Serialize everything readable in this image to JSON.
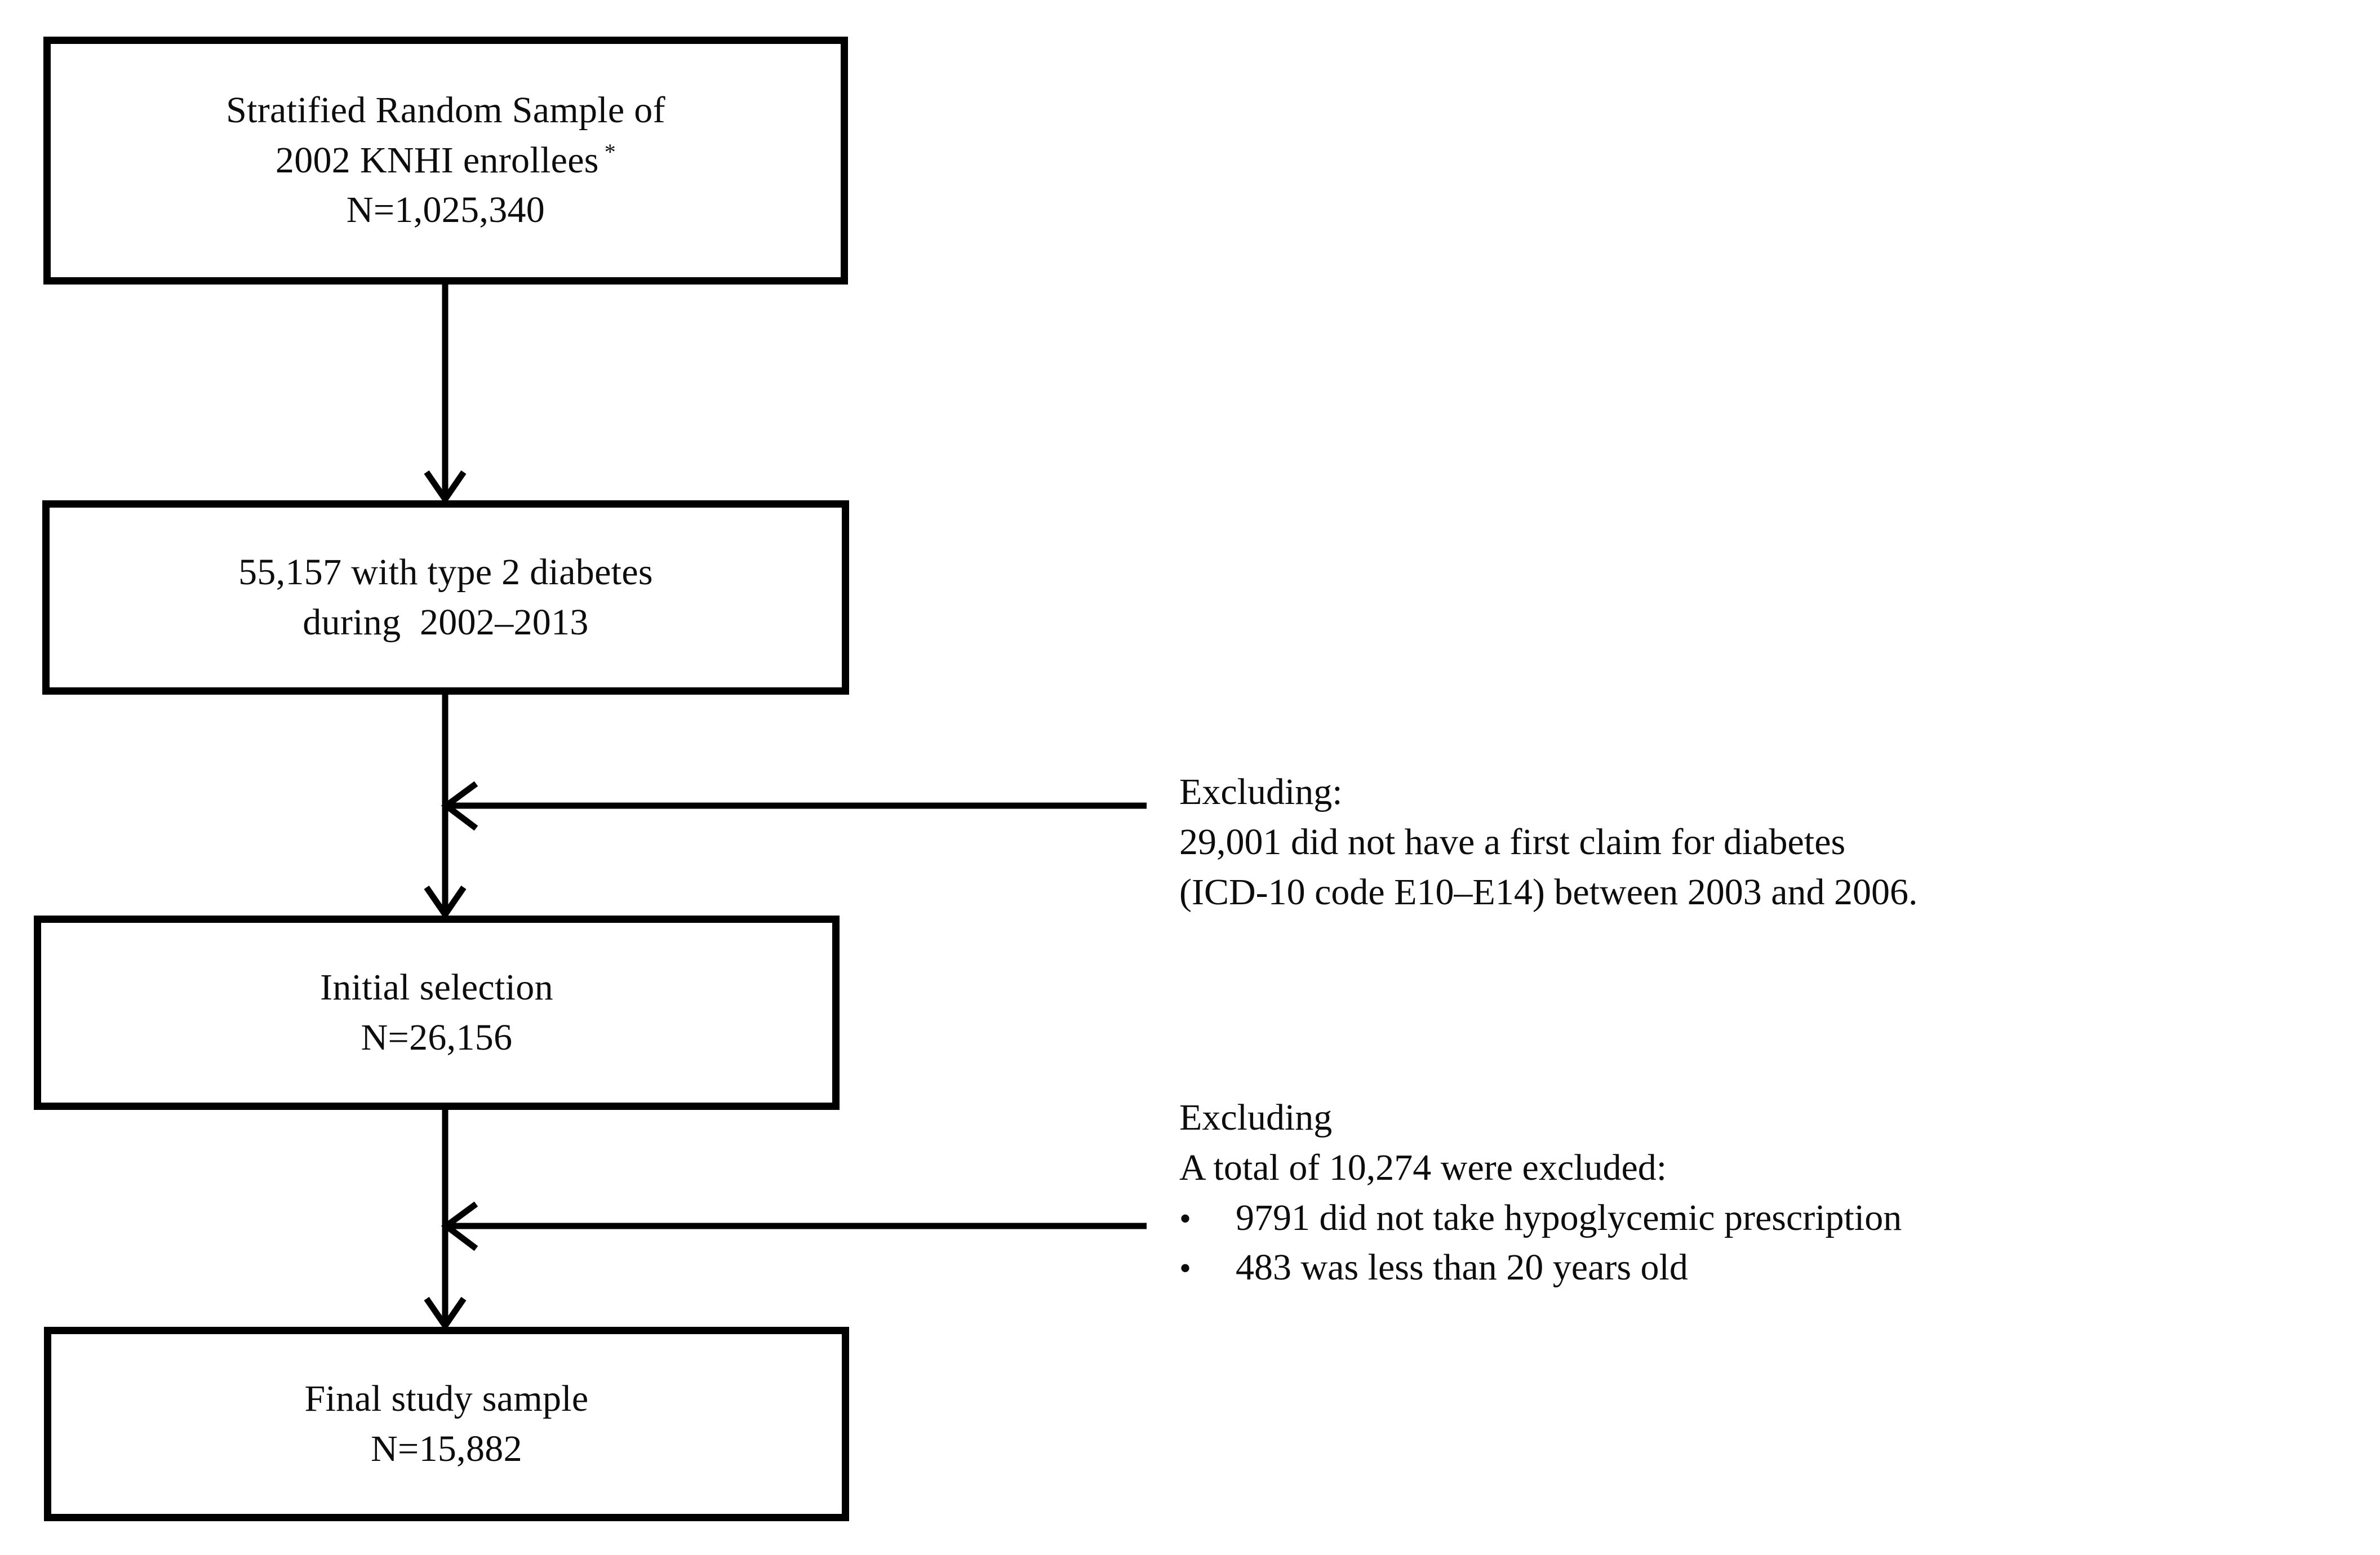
{
  "figure": {
    "type": "study-flow-diagram",
    "orientation": "vertical"
  },
  "boxes": [
    {
      "id": "sample",
      "name": "stratified-random-sample-box",
      "lines": [
        "Stratified Random Sample of",
        "2002 KNHI enrollees",
        "N=1,025,340"
      ],
      "line1": "Stratified Random Sample of",
      "line2": "2002 KNHI enrollees",
      "line2_superscript": "*",
      "line3": "N=1,025,340"
    },
    {
      "id": "diabetes",
      "name": "type-2-diabetes-box",
      "lines": [
        "55,157 with type 2 diabetes",
        "during  2002–2013"
      ],
      "line1": "55,157 with type 2 diabetes",
      "line2": "during  2002–2013"
    },
    {
      "id": "initial",
      "name": "initial-selection-box",
      "lines": [
        "Initial selection",
        "N=26,156"
      ],
      "line1": "Initial selection",
      "line2": "N=26,156"
    },
    {
      "id": "final",
      "name": "final-study-sample-box",
      "lines": [
        "Final study sample",
        "N=15,882"
      ],
      "line1": "Final study sample",
      "line2": "N=15,882"
    }
  ],
  "exclusions": [
    {
      "id": "exclusion-1",
      "heading": "Excluding:",
      "lines": [
        "29,001 did not have a first claim for diabetes",
        "(ICD-10 code E10–E14) between 2003 and 2006."
      ],
      "line1": "29,001 did not have a first claim for diabetes",
      "line2": "(ICD-10 code E10–E14) between 2003 and 2006."
    },
    {
      "id": "exclusion-2",
      "heading": "Excluding",
      "subheading": "A total of 10,274 were excluded:",
      "bullet_marker": "•",
      "bullets": [
        "9791 did not take hypoglycemic prescription",
        "483 was less than 20 years old"
      ],
      "bullet1": "9791 did not take hypoglycemic prescription",
      "bullet2": "483 was less than 20 years old"
    }
  ],
  "connectors": [
    {
      "id": "sample-to-diabetes",
      "kind": "vertical-arrow-down"
    },
    {
      "id": "diabetes-to-initial",
      "kind": "vertical-arrow-down"
    },
    {
      "id": "initial-to-final",
      "kind": "vertical-arrow-down"
    },
    {
      "id": "exclusion-1-arrow",
      "kind": "horizontal-arrow-left"
    },
    {
      "id": "exclusion-2-arrow",
      "kind": "horizontal-arrow-left"
    }
  ],
  "colors": {
    "stroke": "#000000",
    "background": "#ffffff",
    "text": "#0d0d0d"
  }
}
